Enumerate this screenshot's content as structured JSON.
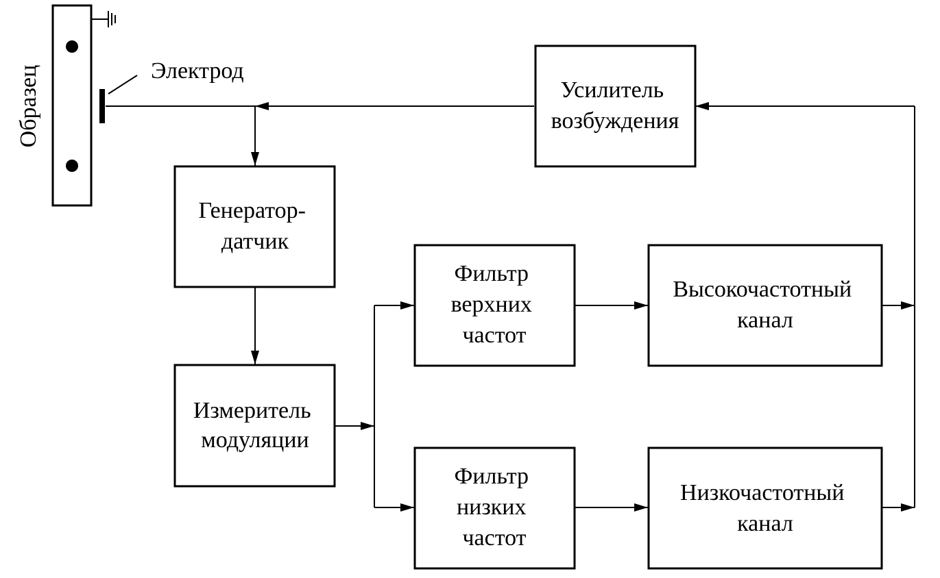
{
  "sample": {
    "label": "Образец"
  },
  "electrode": {
    "label": "Электрод"
  },
  "blocks": {
    "exciter": {
      "lines": [
        "Усилитель",
        "возбуждения"
      ]
    },
    "generator": {
      "lines": [
        "Генератор-",
        "датчик"
      ]
    },
    "modulation": {
      "lines": [
        "Измеритель",
        "модуляции"
      ]
    },
    "hpf": {
      "lines": [
        "Фильтр",
        "верхних",
        "частот"
      ]
    },
    "lpf": {
      "lines": [
        "Фильтр",
        "низких",
        "частот"
      ]
    },
    "hf_channel": {
      "lines": [
        "Высокочастотный",
        "канал"
      ]
    },
    "lf_channel": {
      "lines": [
        "Низкочастотный",
        "канал"
      ]
    }
  }
}
